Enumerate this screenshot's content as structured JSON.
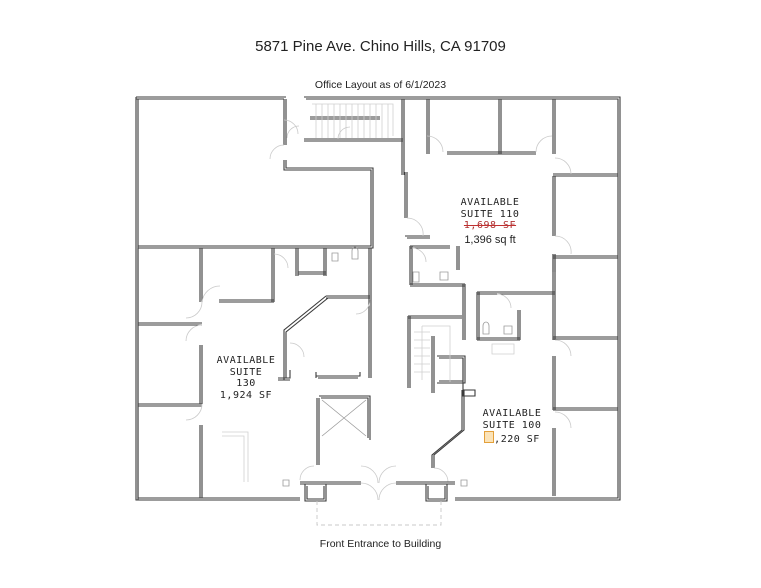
{
  "header": {
    "title": "5871 Pine Ave. Chino Hills, CA  91709",
    "subtitle": "Office Layout as of 6/1/2023"
  },
  "suites": [
    {
      "status": "AVAILABLE",
      "name": "SUITE 110",
      "old_area": "1,698 SF",
      "old_area_struck": true,
      "area": "1,396 sq ft"
    },
    {
      "status": "AVAILABLE",
      "name": "SUITE",
      "number": "130",
      "area": "1,924 SF"
    },
    {
      "status": "AVAILABLE",
      "name": "SUITE 100",
      "area": ",220 SF",
      "marker_icon": "note-marker-icon",
      "marker_color": "#e3a03a"
    }
  ],
  "footer": {
    "caption": "Front Entrance to Building"
  },
  "colors": {
    "wall": "#3a3a3a",
    "door_swing": "#c9c9c9",
    "strikethrough": "#c03030",
    "marker": "#e3a03a"
  }
}
